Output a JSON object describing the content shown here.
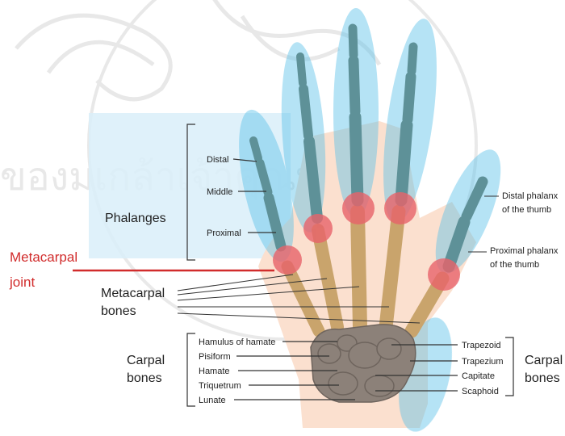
{
  "labels": {
    "phalanges": "Phalanges",
    "distal": "Distal",
    "middle": "Middle",
    "proximal": "Proximal",
    "metacarpal_joint_line1": "Metacarpal",
    "metacarpal_joint_line2": "joint",
    "metacarpal_bones_line1": "Metacarpal",
    "metacarpal_bones_line2": "bones",
    "carpal_left_line1": "Carpal",
    "carpal_left_line2": "bones",
    "carpal_right_line1": "Carpal",
    "carpal_right_line2": "bones",
    "distal_phalanx_thumb_line1": "Distal phalanx",
    "distal_phalanx_thumb_line2": "of the thumb",
    "proximal_phalanx_thumb_line1": "Proximal phalanx",
    "proximal_phalanx_thumb_line2": "of the thumb"
  },
  "carpal_left": [
    "Hamulus of hamate",
    "Pisiform",
    "Hamate",
    "Triquetrum",
    "Lunate"
  ],
  "carpal_right": [
    "Trapezoid",
    "Trapezium",
    "Capitate",
    "Scaphoid"
  ],
  "watermark_text": "ของมเกล้าเจ้าคุณทหาร",
  "colors": {
    "bone": "#c9a46c",
    "phalanx": "#5e9198",
    "joint": "#e8636a",
    "highlight": "#5bc0e8",
    "skin": "#fbe0cf",
    "carpal": "#8c8179",
    "metacarpal_joint_line": "#d12c2c"
  }
}
